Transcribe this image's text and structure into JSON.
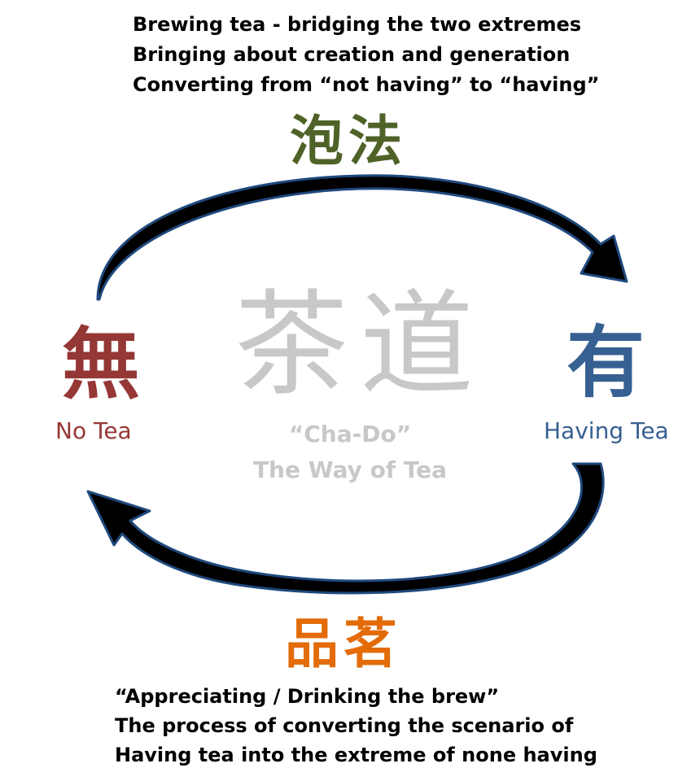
{
  "top_caption": {
    "line1": "Brewing tea - bridging the two extremes",
    "line2": "Bringing about creation and generation",
    "line3": "Converting from “not having” to “having”"
  },
  "brewing_cjk": "泡法",
  "drinking_cjk": "品茗",
  "nothing_cjk": "無",
  "having_cjk": "有",
  "center": {
    "cjk": "茶道",
    "romanized": "“Cha-Do”",
    "translation": "The Way of Tea"
  },
  "left_label": "No Tea",
  "right_label": "Having Tea",
  "bottom_caption": {
    "line1": "“Appreciating / Drinking the brew”",
    "line2": "The process of converting the scenario of",
    "line3": "Having tea into the extreme of none having"
  },
  "colors": {
    "brewing": "#4f6228",
    "drinking": "#e36c09",
    "nothing": "#953735",
    "having": "#376092",
    "center": "#c8c8c8",
    "arrow_fill": "#000000",
    "arrow_outline": "#1f497d"
  },
  "icons": [
    "arrow-top-curved-right",
    "arrow-bottom-curved-left"
  ]
}
